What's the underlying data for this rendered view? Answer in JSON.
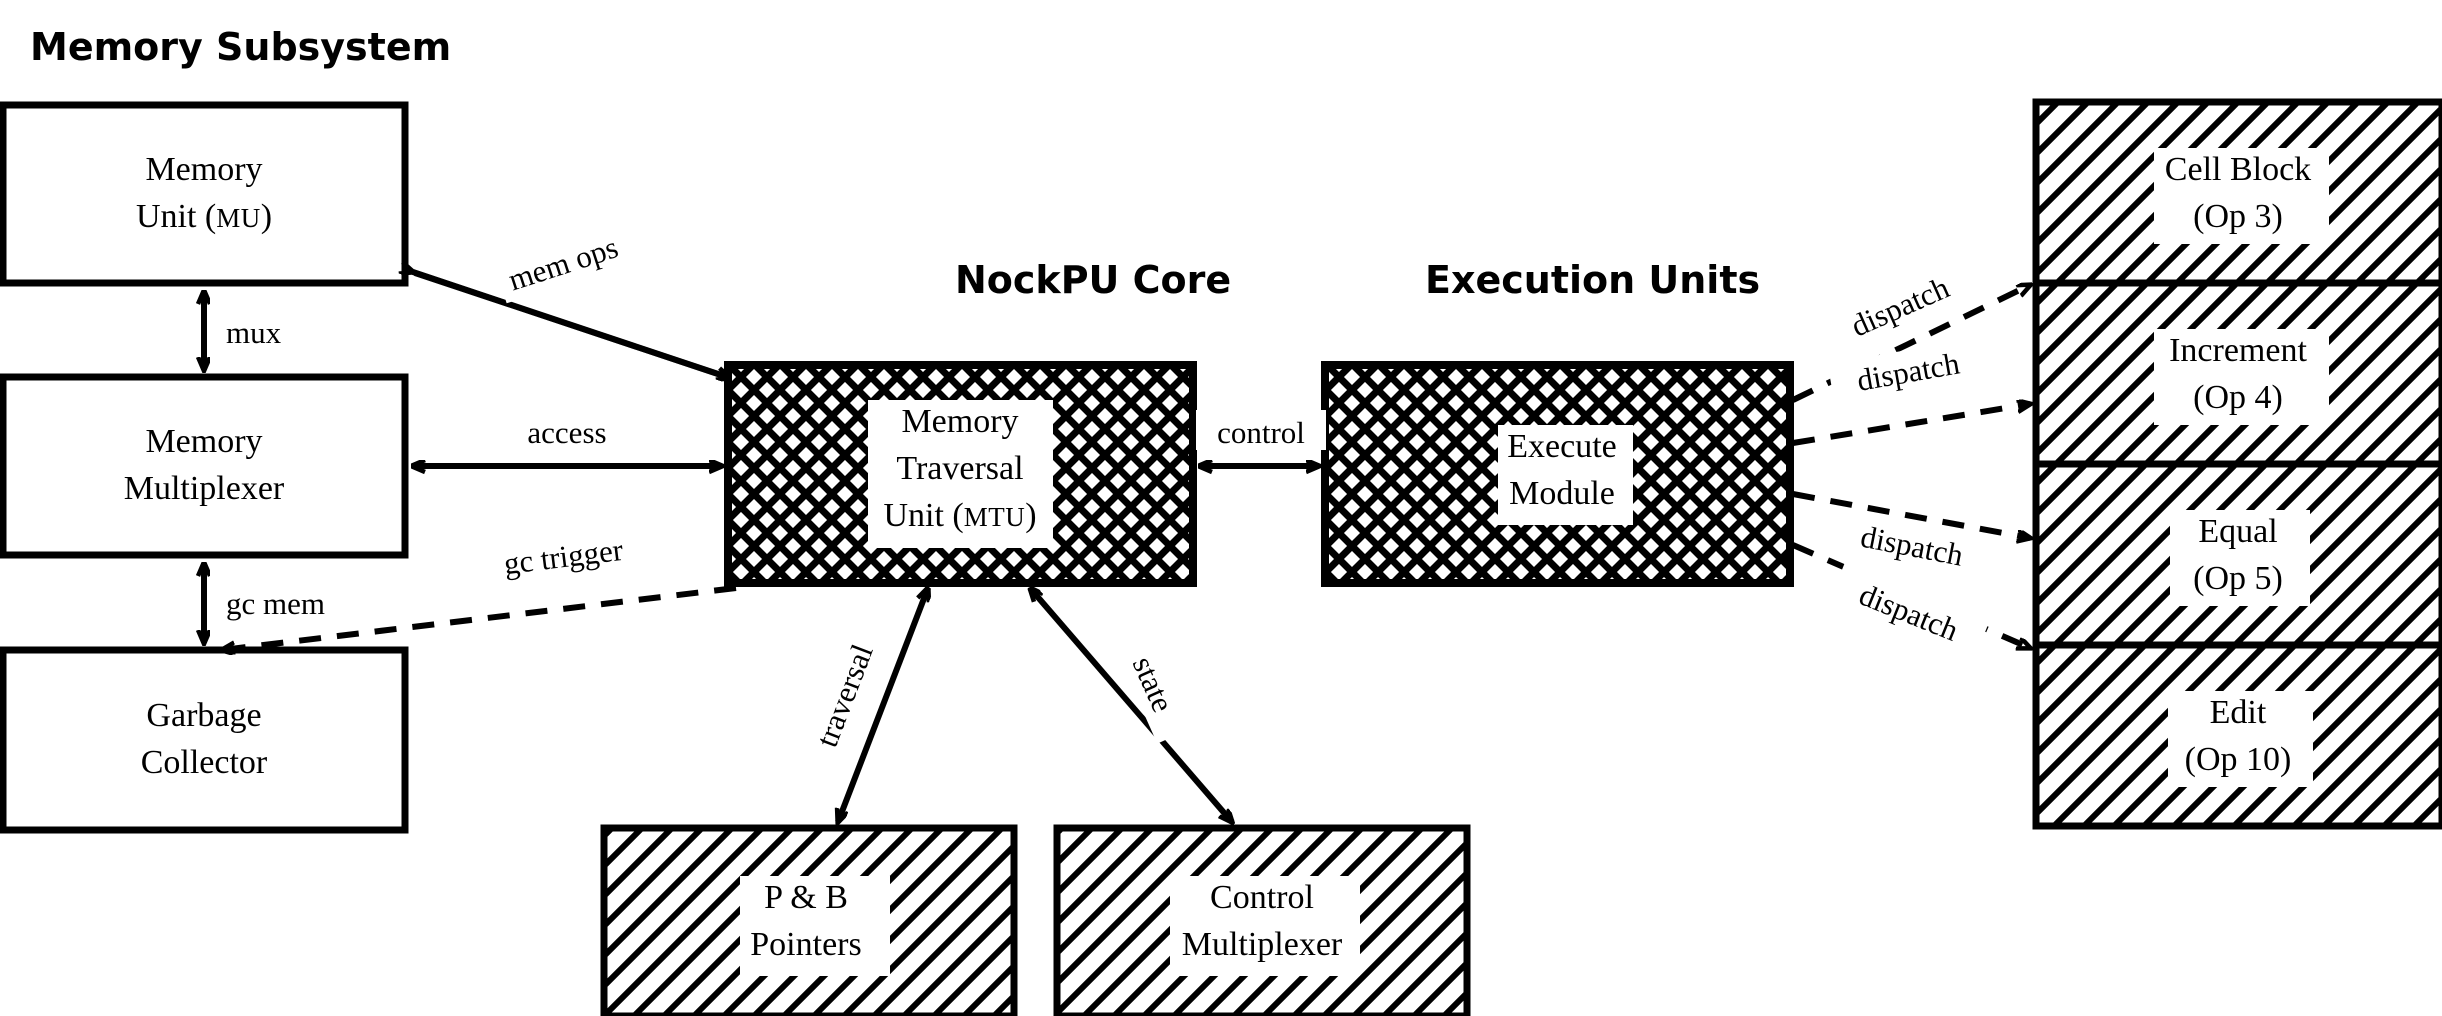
{
  "groups": [
    {
      "id": "memory-subsystem",
      "title": "Memory Subsystem"
    },
    {
      "id": "nockpu-core",
      "title": "NockPU Core"
    },
    {
      "id": "execution-units",
      "title": "Execution Units"
    }
  ],
  "blocks": {
    "memory_unit": {
      "line1": "Memory",
      "line2": "Unit (",
      "abbr": "MU",
      "line2b": ")",
      "fill": "plain"
    },
    "memory_multiplexer": {
      "line1": "Memory",
      "line2": "Multiplexer",
      "fill": "plain"
    },
    "garbage_collector": {
      "line1": "Garbage",
      "line2": "Collector",
      "fill": "plain"
    },
    "mtu": {
      "line1": "Memory",
      "line2": "Traversal",
      "line3": "Unit (",
      "abbr": "MTU",
      "line3b": ")",
      "fill": "crosshatch"
    },
    "execute_module": {
      "line1": "Execute",
      "line2": "Module",
      "fill": "crosshatch"
    },
    "pb_pointers": {
      "line1": "P & B",
      "line2": "Pointers",
      "fill": "hatch"
    },
    "control_multiplexer": {
      "line1": "Control",
      "line2": "Multiplexer",
      "fill": "hatch"
    }
  },
  "op_blocks": [
    {
      "id": "cell-block",
      "line1": "Cell Block",
      "line2": "(Op 3)",
      "op": 3,
      "fill": "hatch"
    },
    {
      "id": "increment",
      "line1": "Increment",
      "line2": "(Op 4)",
      "op": 4,
      "fill": "hatch"
    },
    {
      "id": "equal",
      "line1": "Equal",
      "line2": "(Op 5)",
      "op": 5,
      "fill": "hatch"
    },
    {
      "id": "edit",
      "line1": "Edit",
      "line2": "(Op 10)",
      "op": 10,
      "fill": "hatch"
    }
  ],
  "edges": [
    {
      "id": "mem-ops",
      "label": "mem ops",
      "style": "solid",
      "arrows": "single",
      "rotated": true
    },
    {
      "id": "mux",
      "label": "mux",
      "style": "solid",
      "arrows": "double",
      "rotated": false
    },
    {
      "id": "access",
      "label": "access",
      "style": "solid",
      "arrows": "double",
      "rotated": false
    },
    {
      "id": "gc-mem",
      "label": "gc mem",
      "style": "solid",
      "arrows": "double",
      "rotated": false
    },
    {
      "id": "gc-trigger",
      "label": "gc trigger",
      "style": "dashed",
      "arrows": "single",
      "rotated": false
    },
    {
      "id": "control",
      "label": "control",
      "style": "solid",
      "arrows": "double",
      "rotated": false
    },
    {
      "id": "traversal",
      "label": "traversal",
      "style": "solid",
      "arrows": "double",
      "rotated": true
    },
    {
      "id": "state",
      "label": "state",
      "style": "solid",
      "arrows": "double",
      "rotated": true
    },
    {
      "id": "dispatch-1",
      "label": "dispatch",
      "style": "dashed",
      "arrows": "single",
      "rotated": true
    },
    {
      "id": "dispatch-2",
      "label": "dispatch",
      "style": "dashed",
      "arrows": "single",
      "rotated": true
    },
    {
      "id": "dispatch-3",
      "label": "dispatch",
      "style": "dashed",
      "arrows": "single",
      "rotated": true
    },
    {
      "id": "dispatch-4",
      "label": "dispatch",
      "style": "dashed",
      "arrows": "single",
      "rotated": true
    }
  ],
  "colors": {
    "ink": "#000000",
    "paper": "#ffffff"
  }
}
